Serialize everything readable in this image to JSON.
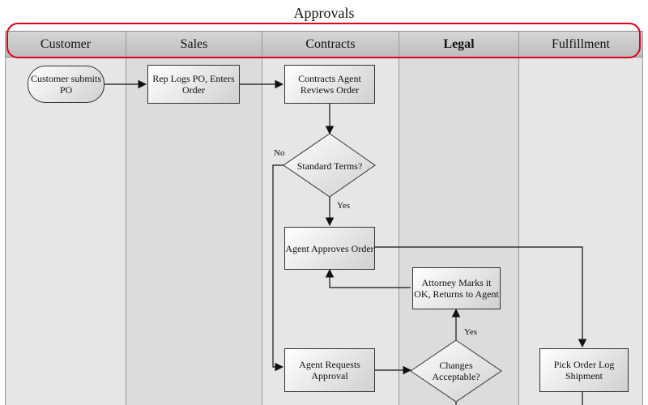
{
  "diagram": {
    "title": "Approvals",
    "lanes": [
      {
        "label": "Customer"
      },
      {
        "label": "Sales"
      },
      {
        "label": "Contracts"
      },
      {
        "label": "Legal"
      },
      {
        "label": "Fulfillment"
      }
    ],
    "nodes": {
      "customer_submits_po": "Customer submits PO",
      "rep_logs_po": "Rep Logs PO, Enters Order",
      "contracts_agent_reviews": "Contracts Agent Reviews Order",
      "standard_terms": "Standard Terms?",
      "agent_approves_order": "Agent Approves Order",
      "attorney_marks_ok": "Attorney Marks it OK, Returns to Agent",
      "agent_requests_approval": "Agent Requests Approval",
      "changes_acceptable": "Changes Acceptable?",
      "pick_order": "Pick Order Log Shipment"
    },
    "edge_labels": {
      "no": "No",
      "yes_standard": "Yes",
      "yes_changes": "Yes"
    },
    "colors": {
      "highlight": "#e0001a",
      "lane": "#e6e6e6",
      "lane_alt": "#dcdcdc"
    }
  }
}
